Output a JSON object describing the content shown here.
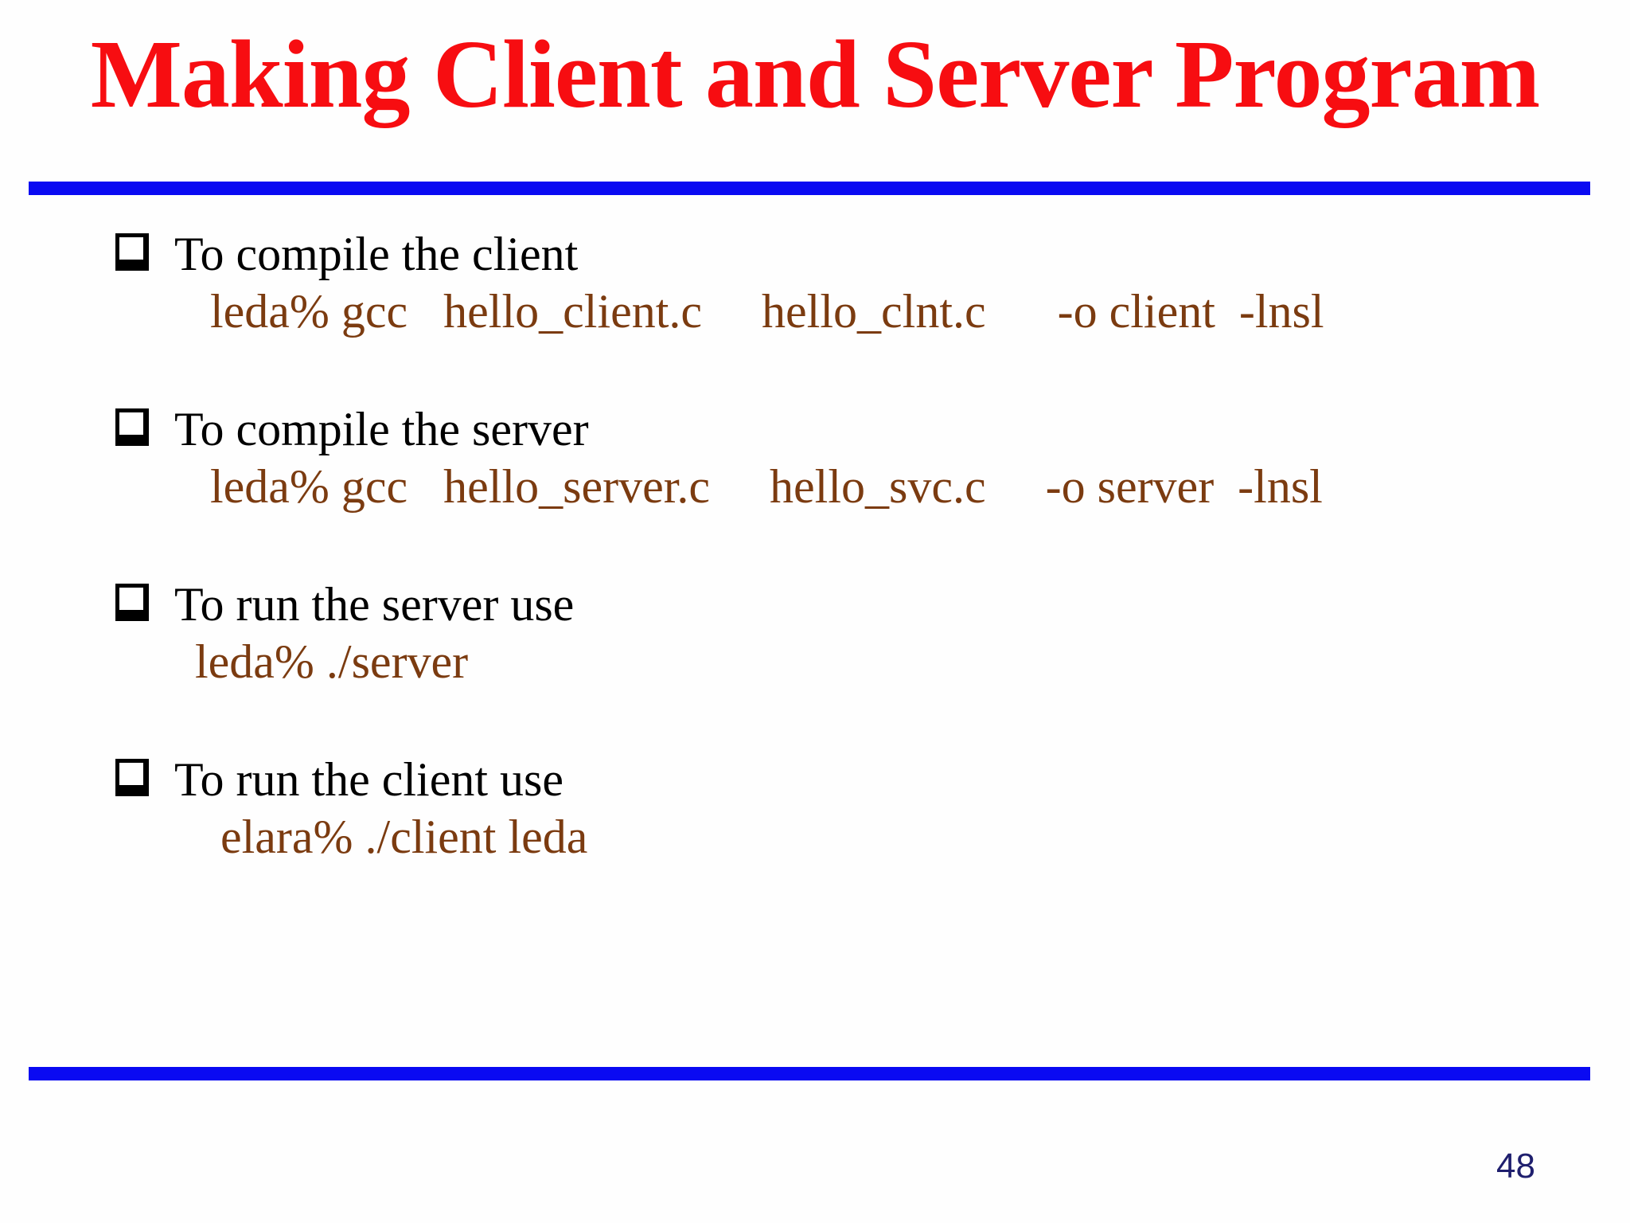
{
  "slide": {
    "title": "Making Client and Server Program",
    "page_number": "48",
    "colors": {
      "title_red": "#f70d11",
      "rule_blue": "#0a0af2",
      "heading_black": "#000000",
      "command_brown": "#7b3b10",
      "page_number_navy": "#1f1f6e"
    },
    "sections": [
      {
        "heading": "To compile the client",
        "command": "leda% gcc   hello_client.c     hello_clnt.c      -o client  -lnsl"
      },
      {
        "heading": "To compile the server",
        "command": "leda% gcc   hello_server.c     hello_svc.c     -o server  -lnsl"
      },
      {
        "heading": "To run the server use",
        "command": "leda% ./server"
      },
      {
        "heading": "To run the client use",
        "command": "elara% ./client leda"
      }
    ]
  }
}
